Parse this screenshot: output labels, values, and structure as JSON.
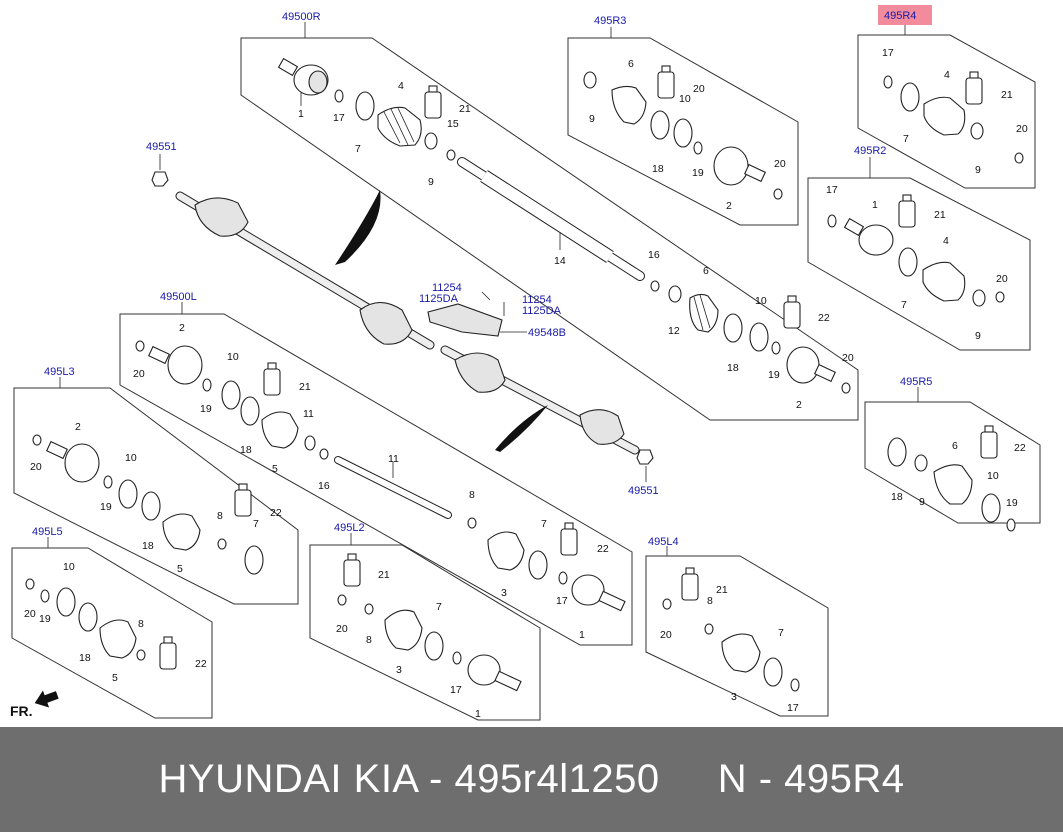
{
  "diagram": {
    "refs": {
      "r49500R": "49500R",
      "r495R3": "495R3",
      "r495R4": "495R4",
      "r495R2": "495R2",
      "r495R5": "495R5",
      "r49551a": "49551",
      "r49551b": "49551",
      "r49500L": "49500L",
      "r495L3": "495L3",
      "r495L5": "495L5",
      "r495L2": "495L2",
      "r495L4": "495L4",
      "r11254a": "11254",
      "r1125DAa": "1125DA",
      "r11254b": "11254",
      "r1125DAb": "1125DA",
      "r49548B": "49548B"
    },
    "highlight_color": "#f28b9b",
    "direction_label": "FR."
  },
  "footer": {
    "text": "HYUNDAI KIA - 495r4l1250     N - 495R4"
  }
}
